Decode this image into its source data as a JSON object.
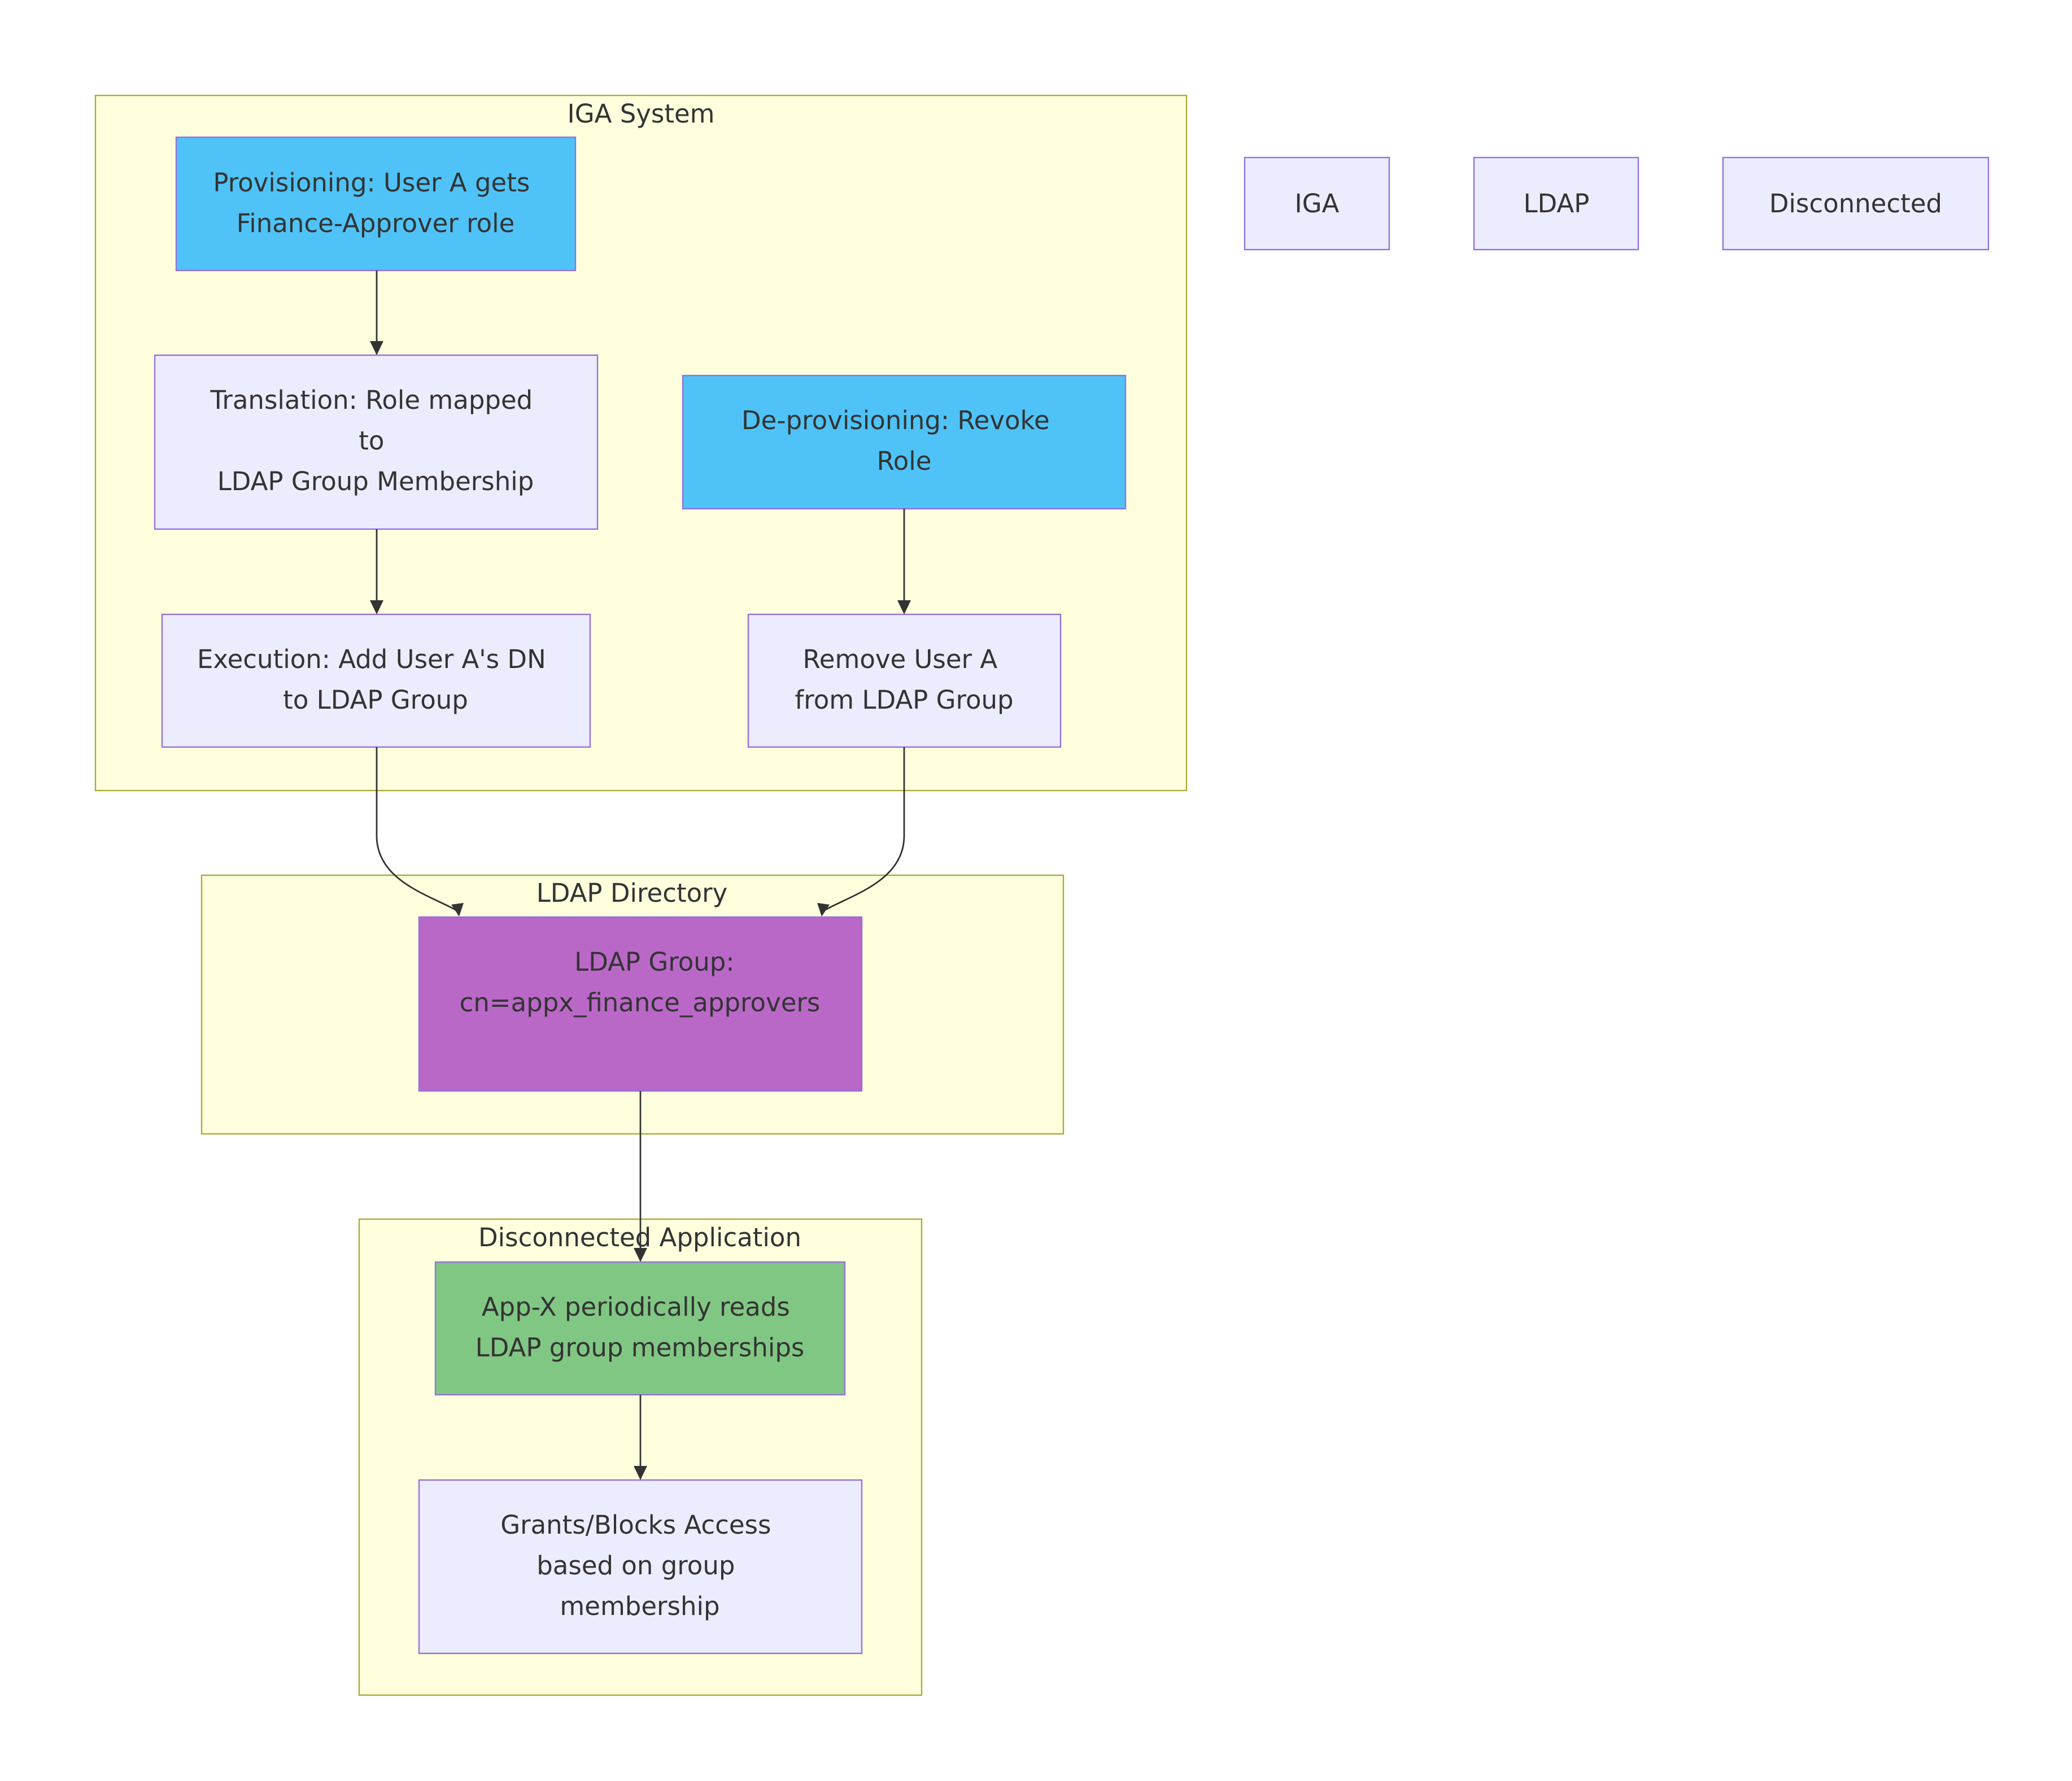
{
  "colors": {
    "canvas": "#ffffff",
    "cluster_fill": "#ffffde",
    "cluster_stroke": "#aaaa33",
    "node_default": "#ececff",
    "node_border": "#9370db",
    "iga_accent": "#4fc3f7",
    "ldap_accent": "#ba68c8",
    "app_accent": "#81c784",
    "text": "#333333",
    "edge": "#333333"
  },
  "clusters": {
    "iga": {
      "label": "IGA System"
    },
    "ldap": {
      "label": "LDAP Directory"
    },
    "app": {
      "label": "Disconnected Application"
    }
  },
  "nodes": {
    "provisioning": {
      "lines": [
        "Provisioning: User A gets",
        "Finance-Approver role"
      ]
    },
    "translation": {
      "lines": [
        "Translation: Role mapped",
        "to",
        "LDAP Group Membership"
      ]
    },
    "execution": {
      "lines": [
        "Execution: Add User A's DN",
        "to LDAP Group"
      ]
    },
    "deprovisioning": {
      "lines": [
        "De-provisioning: Revoke",
        "Role"
      ]
    },
    "remove": {
      "lines": [
        "Remove User A",
        "from LDAP Group"
      ]
    },
    "ldap_group": {
      "lines": [
        "LDAP Group:",
        "cn=appx_finance_approvers"
      ]
    },
    "app_reads": {
      "lines": [
        "App-X periodically reads",
        "LDAP group memberships"
      ]
    },
    "grants": {
      "lines": [
        "Grants/Blocks Access",
        "based on group",
        "membership"
      ]
    }
  },
  "legend": {
    "iga": "IGA",
    "ldap": "LDAP",
    "disconnected": "Disconnected"
  }
}
